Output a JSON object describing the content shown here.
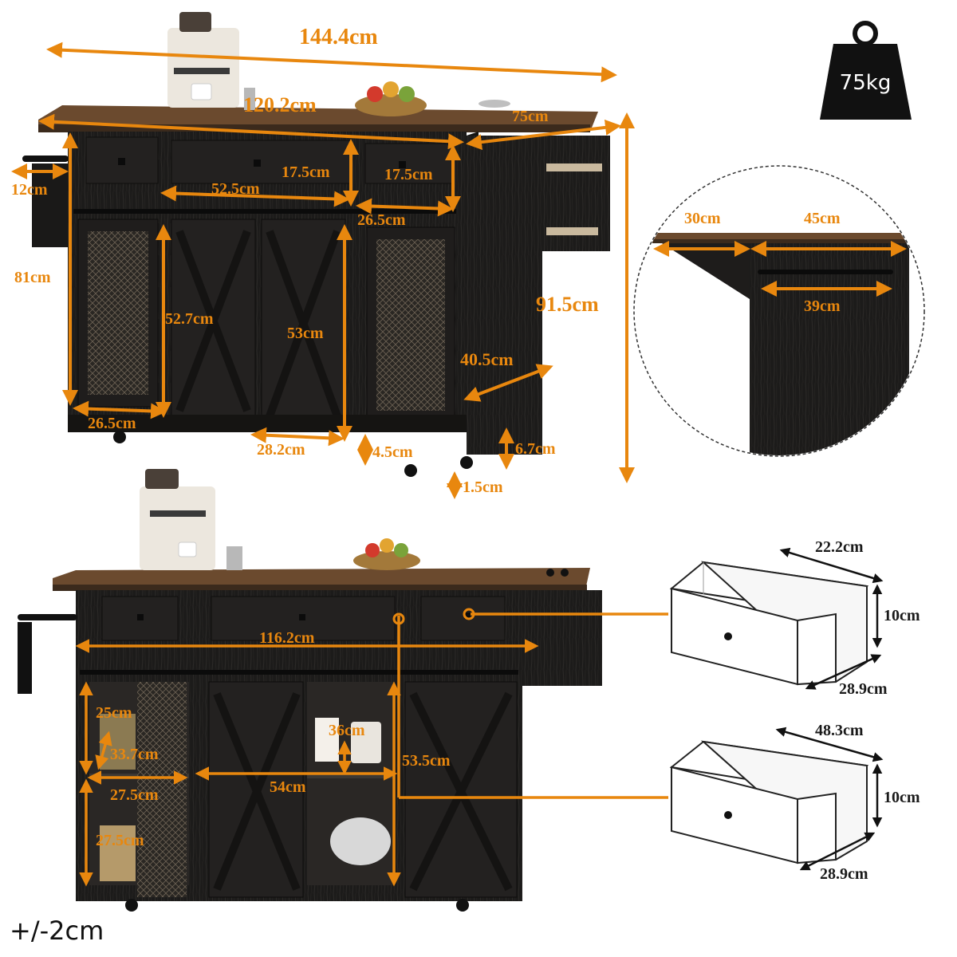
{
  "colors": {
    "accent": "#e8870e",
    "cabinet": "#1c1b1a",
    "wood_top": "#6b4a2e",
    "weight_icon": "#111111"
  },
  "weight": {
    "label": "75kg",
    "icon": "weight-icon"
  },
  "tolerance": "+/-2cm",
  "top_view": {
    "overall_width": "144.4cm",
    "top_width": "120.2cm",
    "depth": "75cm",
    "side_gap": "12cm",
    "total_height": "91.5cm",
    "body_height": "81cm",
    "drawer_height_a": "17.5cm",
    "drawer_height_b": "17.5cm",
    "drawer_width_center": "52.5cm",
    "drawer_width_side": "26.5cm",
    "door_height_left": "52.7cm",
    "door_height_center": "53cm",
    "side_depth": "40.5cm",
    "door_width_left": "26.5cm",
    "door_width_center": "28.2cm",
    "bottom_gap_a": "4.5cm",
    "bottom_gap_b": "6.7cm",
    "wheel_clearance": "1.5cm"
  },
  "detail_circle": {
    "leaf_depth": "30cm",
    "top_depth": "45cm",
    "inner_depth": "39cm"
  },
  "bottom_view": {
    "drawer_inner_width": "116.2cm",
    "shelf_height_left_top": "25cm",
    "compartment_height_left": "33.7cm",
    "shelf_width_left_top": "27.5cm",
    "shelf_height_left_bottom": "27.5cm",
    "compartment_height_center": "36cm",
    "center_width": "54cm",
    "right_height": "53.5cm"
  },
  "drawer_small": {
    "width": "22.2cm",
    "height": "10cm",
    "depth": "28.9cm"
  },
  "drawer_large": {
    "width": "48.3cm",
    "height": "10cm",
    "depth": "28.9cm"
  }
}
